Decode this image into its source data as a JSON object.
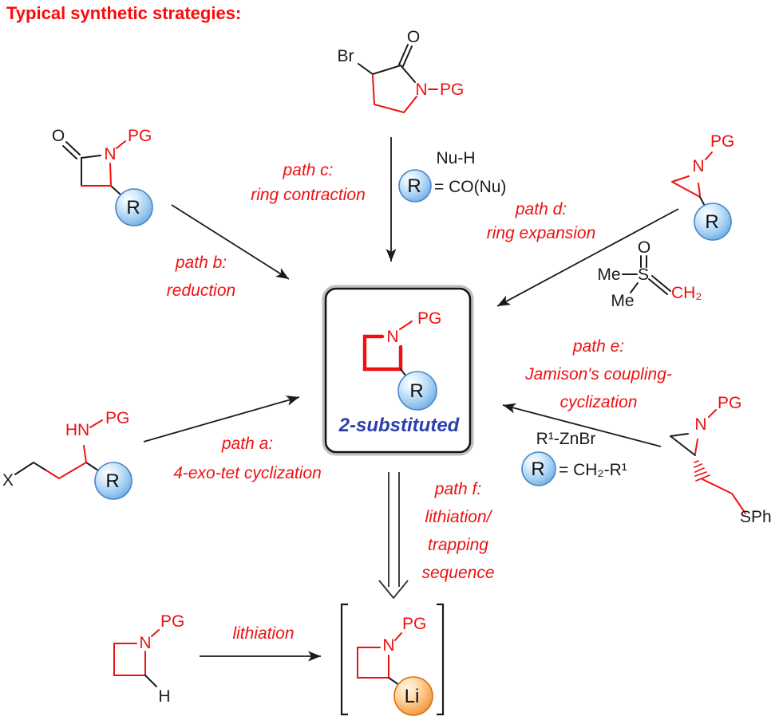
{
  "title": "Typical synthetic strategies:",
  "colors": {
    "red": "#ee1111",
    "title_red": "#fa0a0a",
    "caption_blue": "#2b3faf",
    "ball_blue": "#5d9fdd",
    "ball_orange": "#ee8822",
    "bond_black": "#1b1b1b"
  },
  "labels": {
    "bromolactam": {
      "br": "Br",
      "o": "O",
      "n": "N",
      "pg": "PG"
    },
    "azetidinone": {
      "o": "O",
      "n": "N",
      "pg": "PG",
      "r": "R"
    },
    "aziridine_r": {
      "pg": "PG",
      "n": "N",
      "r": "R"
    },
    "ylide": {
      "o": "O",
      "s": "S",
      "me_top": "Me",
      "me_bottom": "Me",
      "ch2": "CH₂"
    },
    "haloamine": {
      "x": "X",
      "hn": "HN",
      "pg": "PG",
      "r": "R"
    },
    "aziridine_sph": {
      "pg": "PG",
      "n": "N",
      "sph": "SPh"
    },
    "azetidine_h": {
      "pg": "PG",
      "n": "N",
      "h": "H"
    },
    "azetidinyl_li": {
      "pg": "PG",
      "n": "N",
      "li": "Li"
    },
    "product": {
      "pg": "PG",
      "n": "N",
      "r": "R",
      "caption": "2-substituted"
    }
  },
  "path_labels": {
    "a1": "path a:",
    "a2": "4-exo-tet cyclization",
    "b1": "path b:",
    "b2": "reduction",
    "c1": "path c:",
    "c2": "ring contraction",
    "d1": "path d:",
    "d2": "ring expansion",
    "e1": "path e:",
    "e2": "Jamison's coupling-",
    "e3": "cyclization",
    "f1": "path f:",
    "f2": "lithiation/",
    "f3": "trapping",
    "f4": "sequence",
    "lithiation": "lithiation"
  },
  "reagents": {
    "nu_h": "Nu-H",
    "r_c": "R",
    "eq_c": "= CO(Nu)",
    "r1_znbr": "R¹-ZnBr",
    "r_e": "R",
    "eq_e": "= CH₂-R¹"
  }
}
